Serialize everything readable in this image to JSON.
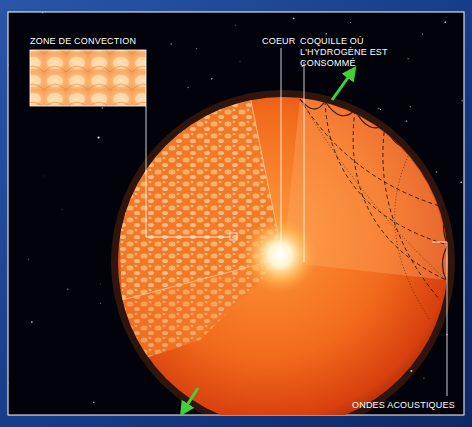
{
  "diagram": {
    "labels": [
      "ZONE DE CONVECTION",
      "COEUR",
      "COQUILLE OÙ L'HYDROGÈNE EST CONSOMMÉ",
      "ONDES ACOUSTIQUES"
    ]
  }
}
